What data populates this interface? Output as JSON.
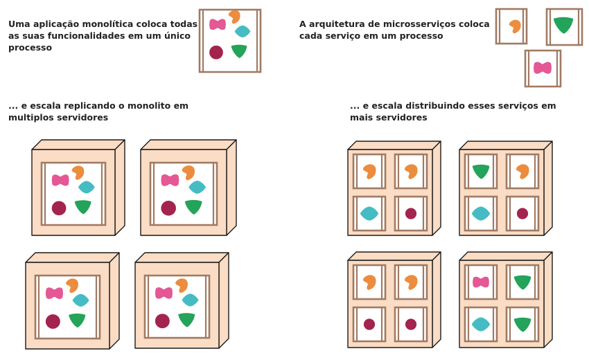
{
  "captions": {
    "monolith": "Uma aplicação monolítica coloca todas\nas suas funcionalidades em um único\nprocesso",
    "microservices": "A arquitetura de microsserviços coloca\ncada serviço em um processo",
    "monolith_scale": "... e escala replicando o monolito em\nmultiplos servidores",
    "microservices_scale": "... e escala distribuindo esses serviços em\nmais servidores"
  },
  "colors": {
    "frame": "#a07a63",
    "server_face": "#fbdcc4",
    "server_stroke": "#1a1a1a",
    "orange": "#ec8c3f",
    "teal": "#45bcc4",
    "maroon": "#a3244d",
    "green": "#24a35a",
    "pink": "#e35895"
  },
  "services": {
    "pink": "pink-bowtie-icon",
    "orange": "orange-bean-icon",
    "teal": "teal-diamond-icon",
    "maroon": "maroon-circle-icon",
    "green": "green-triangle-icon"
  },
  "microservice_servers": [
    [
      "orange",
      "orange",
      "teal",
      "maroon"
    ],
    [
      "green",
      "orange",
      "teal",
      "maroon"
    ],
    [
      "orange",
      "orange",
      "maroon",
      "maroon"
    ],
    [
      "pink",
      "green",
      "teal",
      "green"
    ]
  ]
}
